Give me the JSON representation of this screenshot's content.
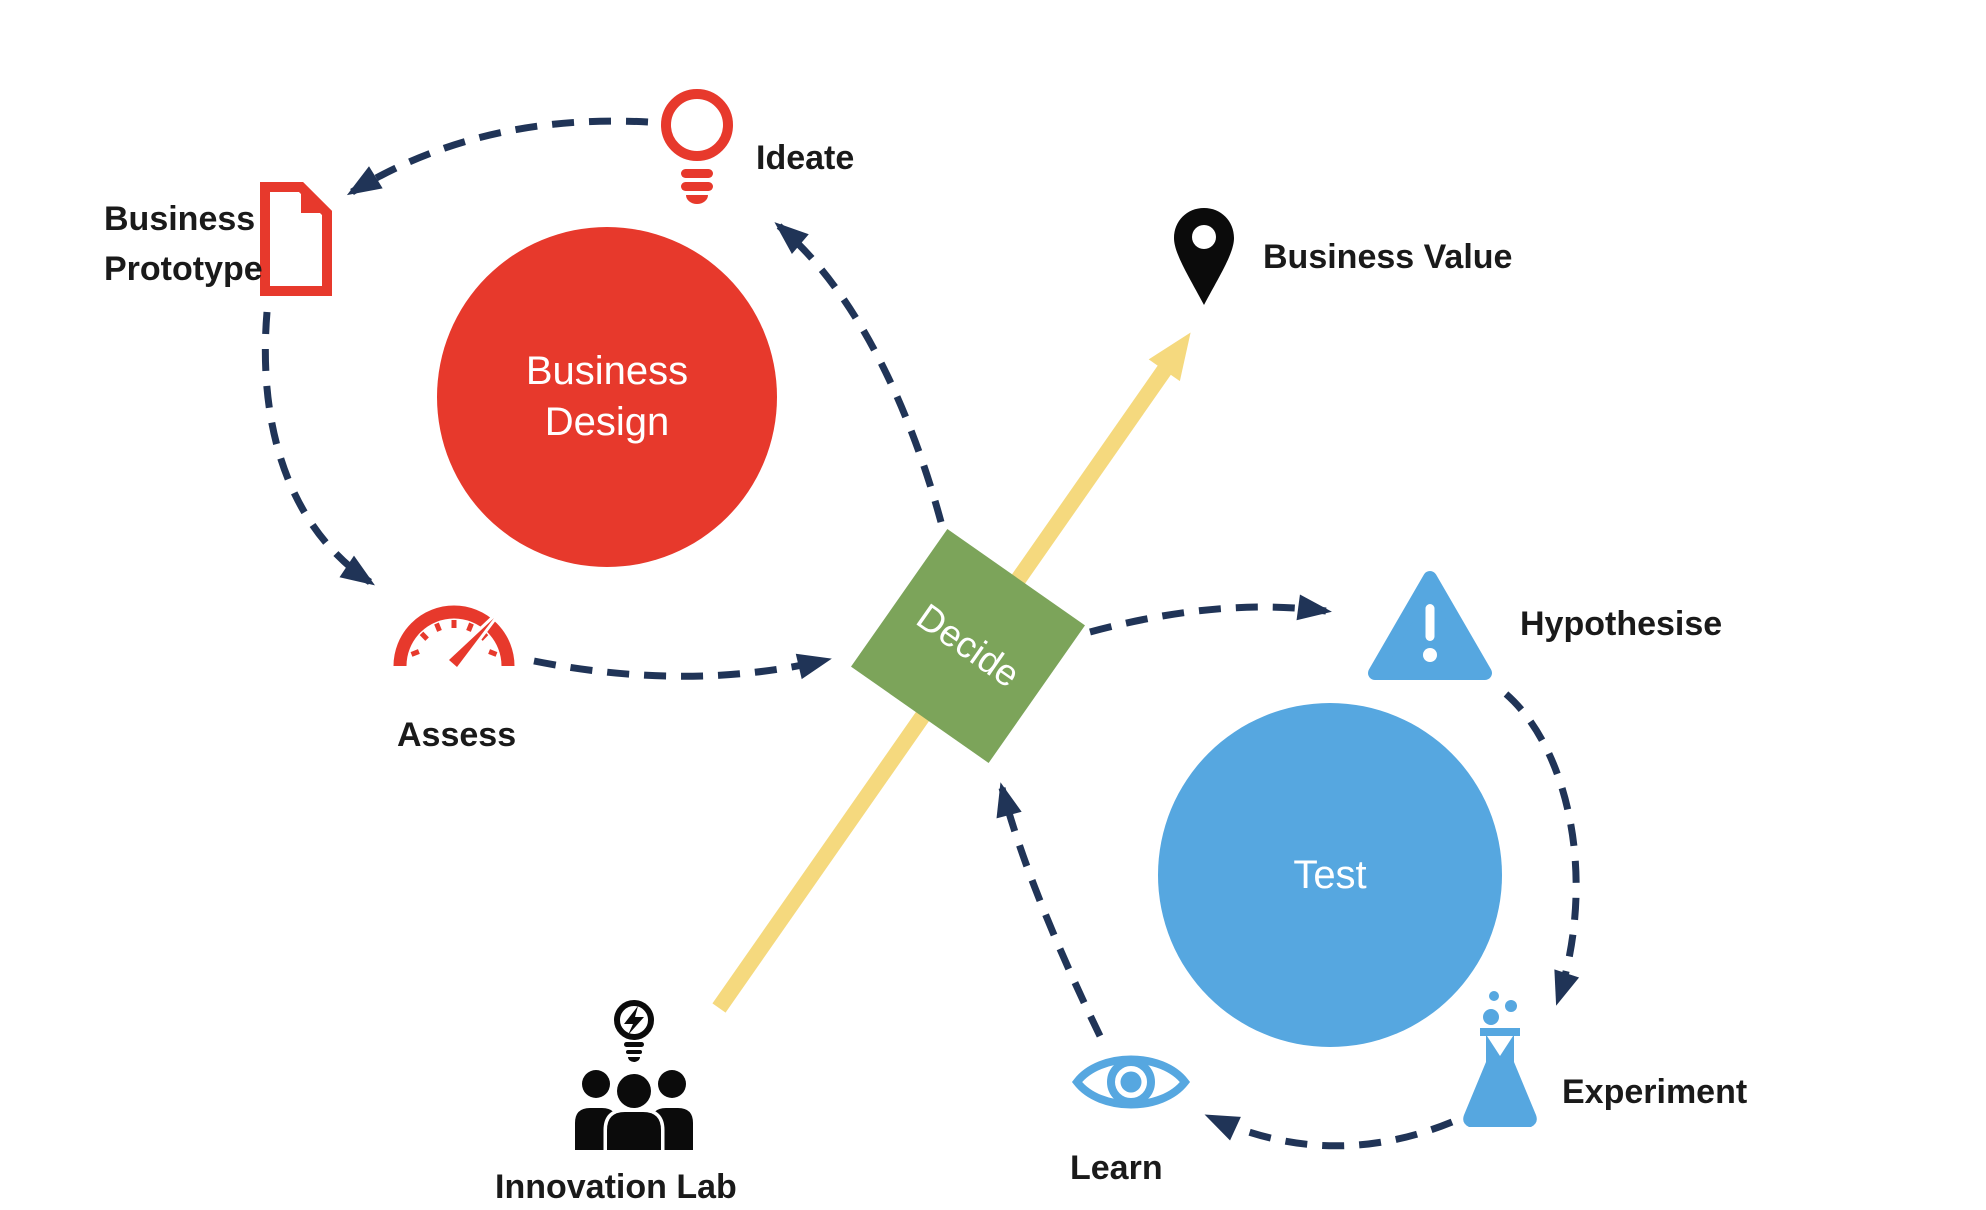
{
  "colors": {
    "red": "#e7392c",
    "blue": "#56a7e0",
    "green": "#7ca45a",
    "navy": "#203457",
    "yellow": "#f5d97e",
    "black": "#0b0b0b",
    "label_text": "#1a1a1a",
    "node_text": "#ffffff"
  },
  "nodes": {
    "business_design": "Business\nDesign",
    "decide": "Decide",
    "test": "Test"
  },
  "labels": {
    "ideate": "Ideate",
    "business_prototype": "Business\nPrototype",
    "assess": "Assess",
    "business_value": "Business Value",
    "hypothesise": "Hypothesise",
    "experiment": "Experiment",
    "learn": "Learn",
    "innovation_lab": "Innovation Lab"
  }
}
